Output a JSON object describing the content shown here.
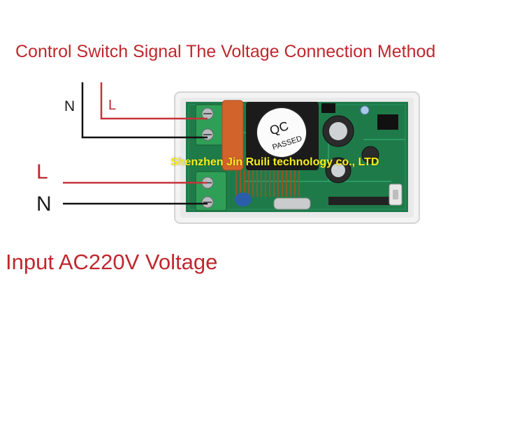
{
  "title": "Control Switch Signal The Voltage Connection Method",
  "subtitle": "Input AC220V Voltage",
  "labels": {
    "top_n": "N",
    "top_l": "L",
    "input_l": "L",
    "input_n": "N"
  },
  "module": {
    "stamp_line1": "QC",
    "stamp_line2": "PASSED"
  },
  "watermark": "Shenzhen Jin Ruili technology co., LTD",
  "colors": {
    "live_wire": "#c8323a",
    "neutral_wire": "#111111",
    "pcb": "#1f7a4a",
    "terminal": "#2f9e57"
  }
}
